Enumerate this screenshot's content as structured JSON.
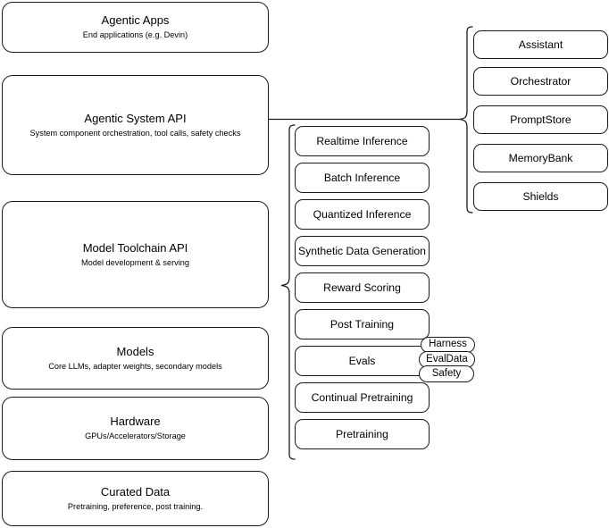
{
  "diagram": {
    "title": "Agentic AI stack layers",
    "stroke_color": "#1a1a1a",
    "background_color": "#ffffff"
  },
  "layers": [
    {
      "name": "agentic-apps",
      "title": "Agentic Apps",
      "subtitle": "End applications (e.g. Devin)"
    },
    {
      "name": "agentic-system-api",
      "title": "Agentic System API",
      "subtitle": "System component orchestration, tool calls, safety checks"
    },
    {
      "name": "model-toolchain-api",
      "title": "Model Toolchain API",
      "subtitle": "Model development & serving"
    },
    {
      "name": "models",
      "title": "Models",
      "subtitle": "Core LLMs, adapter weights, secondary models"
    },
    {
      "name": "hardware",
      "title": "Hardware",
      "subtitle": "GPUs/Accelerators/Storage"
    },
    {
      "name": "curated-data",
      "title": "Curated Data",
      "subtitle": "Pretraining, preference, post training."
    }
  ],
  "capabilities": [
    {
      "name": "realtime-inference",
      "label": "Realtime Inference"
    },
    {
      "name": "batch-inference",
      "label": "Batch Inference"
    },
    {
      "name": "quantized-inference",
      "label": "Quantized Inference"
    },
    {
      "name": "synthetic-data-generation",
      "label": "Synthetic Data Generation"
    },
    {
      "name": "reward-scoring",
      "label": "Reward Scoring"
    },
    {
      "name": "post-training",
      "label": "Post Training"
    },
    {
      "name": "evals",
      "label": "Evals"
    },
    {
      "name": "continual-pretraining",
      "label": "Continual Pretraining"
    },
    {
      "name": "pretraining",
      "label": "Pretraining"
    }
  ],
  "eval_tags": [
    {
      "name": "harness",
      "label": "Harness"
    },
    {
      "name": "evaldata",
      "label": "EvalData"
    },
    {
      "name": "safety",
      "label": "Safety"
    }
  ],
  "system_components": [
    {
      "name": "assistant",
      "label": "Assistant"
    },
    {
      "name": "orchestrator",
      "label": "Orchestrator"
    },
    {
      "name": "promptstore",
      "label": "PromptStore"
    },
    {
      "name": "memorybank",
      "label": "MemoryBank"
    },
    {
      "name": "shields",
      "label": "Shields"
    }
  ]
}
